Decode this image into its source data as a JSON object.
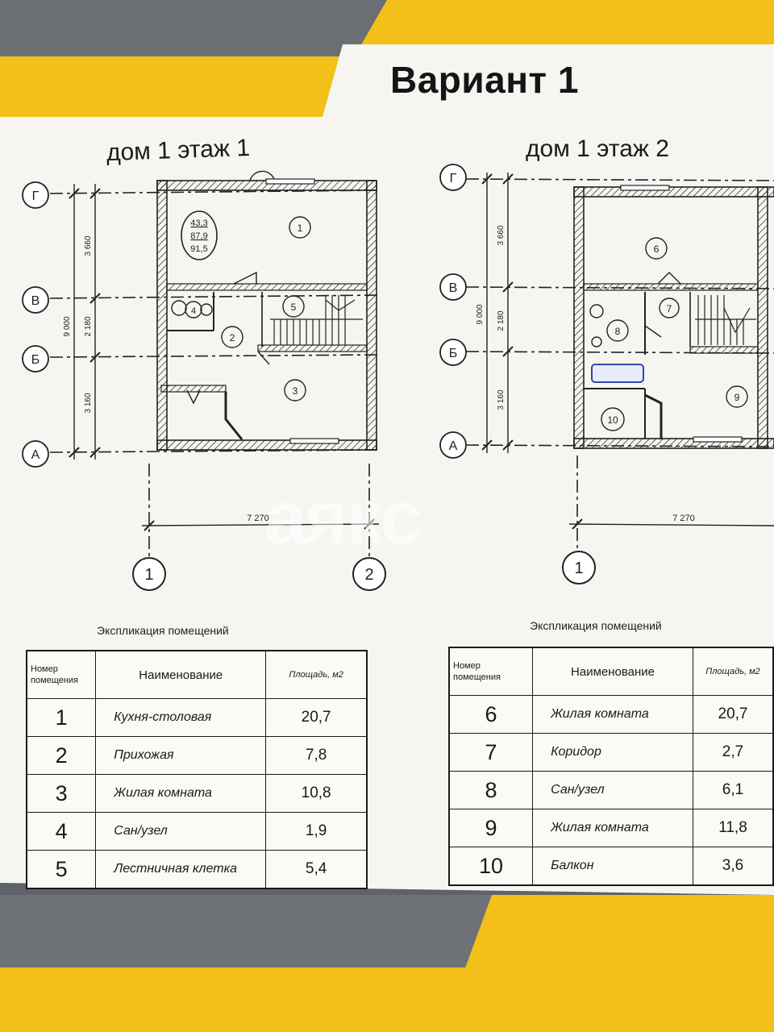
{
  "title": "Вариант 1",
  "watermark": "аякс",
  "floor1": {
    "title": "дом 1 этаж 1",
    "axes_rows": [
      "Г",
      "В",
      "Б",
      "А"
    ],
    "axes_cols": [
      "1",
      "2"
    ],
    "dims_vertical": [
      "3 660",
      "2 180",
      "3 160"
    ],
    "dim_total_vertical": "9 000",
    "dim_horizontal": "7 270",
    "area_badge": [
      "43,3",
      "87,9",
      "91,5"
    ],
    "room_numbers": [
      "1",
      "2",
      "3",
      "4",
      "5"
    ]
  },
  "floor2": {
    "title": "дом 1 этаж 2",
    "axes_rows": [
      "Г",
      "В",
      "Б",
      "А"
    ],
    "axes_cols": [
      "1"
    ],
    "dims_vertical": [
      "3 660",
      "2 180",
      "3 160"
    ],
    "dim_total_vertical": "9 000",
    "dim_horizontal": "7 270",
    "room_numbers": [
      "6",
      "7",
      "8",
      "9",
      "10"
    ]
  },
  "table1": {
    "title": "Экспликация помещений",
    "headers": [
      "Номер помещения",
      "Наименование",
      "Площадь, м2"
    ],
    "rows": [
      {
        "num": "1",
        "name": "Кухня-столовая",
        "area": "20,7"
      },
      {
        "num": "2",
        "name": "Прихожая",
        "area": "7,8"
      },
      {
        "num": "3",
        "name": "Жилая комната",
        "area": "10,8"
      },
      {
        "num": "4",
        "name": "Сан/узел",
        "area": "1,9"
      },
      {
        "num": "5",
        "name": "Лестничная клетка",
        "area": "5,4"
      }
    ]
  },
  "table2": {
    "title": "Экспликация помещений",
    "headers": [
      "Номер помещения",
      "Наименование",
      "Площадь, м2"
    ],
    "rows": [
      {
        "num": "6",
        "name": "Жилая комната",
        "area": "20,7"
      },
      {
        "num": "7",
        "name": "Коридор",
        "area": "2,7"
      },
      {
        "num": "8",
        "name": "Сан/узел",
        "area": "6,1"
      },
      {
        "num": "9",
        "name": "Жилая комната",
        "area": "11,8"
      },
      {
        "num": "10",
        "name": "Балкон",
        "area": "3,6"
      }
    ]
  }
}
